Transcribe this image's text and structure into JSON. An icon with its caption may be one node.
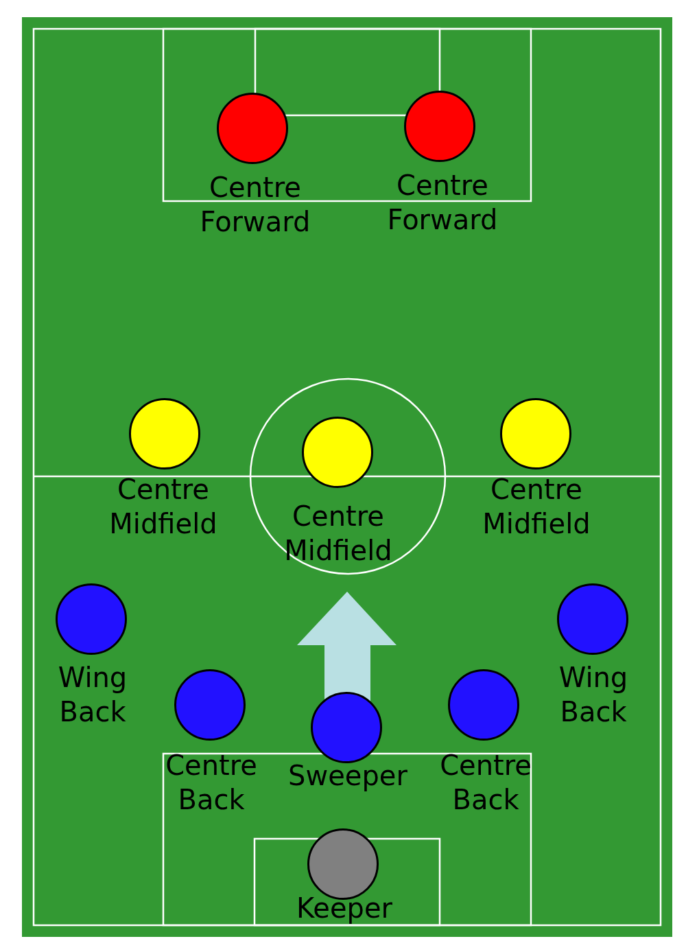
{
  "diagram": {
    "nodes": [
      {
        "text": [
          "Centre Forward"
        ]
      },
      {
        "text": [
          "Centre Forward"
        ]
      },
      {
        "text": [
          "Centre Midfield"
        ]
      },
      {
        "text": [
          "Centre Midfield"
        ]
      },
      {
        "text": [
          "Centre Midfield"
        ]
      },
      {
        "text": [
          "Wing Back"
        ]
      },
      {
        "text": [
          "Wing Back"
        ]
      },
      {
        "text": [
          "Centre Back"
        ]
      },
      {
        "text": [
          "Sweeper"
        ]
      },
      {
        "text": [
          "Centre Back"
        ]
      },
      {
        "text": [
          "Keeper"
        ]
      }
    ]
  }
}
